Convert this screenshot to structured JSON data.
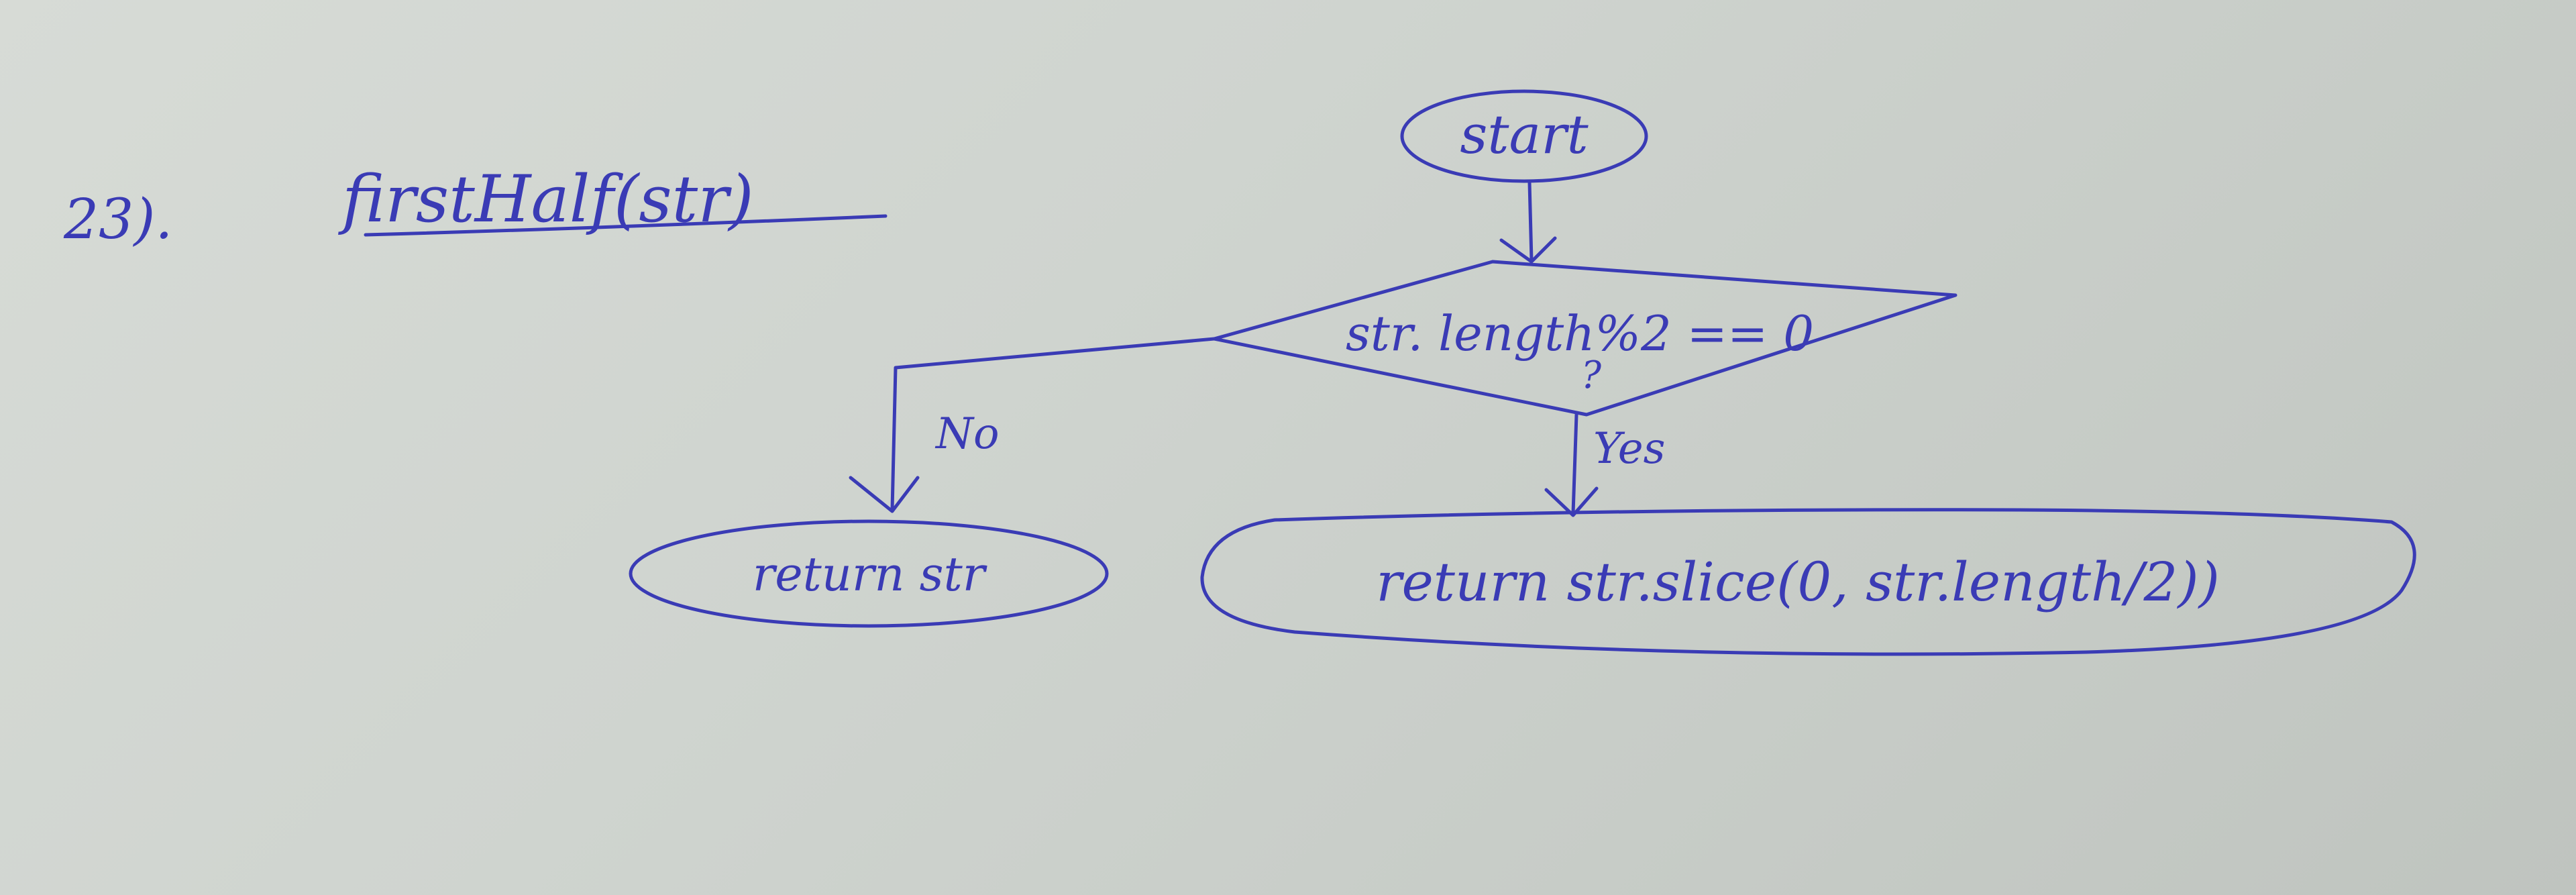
{
  "header": {
    "number": "23).",
    "title": "firstHalf(str)"
  },
  "nodes": {
    "start": "start",
    "decision_line1": "str. length%2 == 0",
    "decision_line2": "?",
    "return_no": "return str",
    "return_yes": "return str.slice(0, str.length/2))"
  },
  "edges": {
    "no_label": "No",
    "yes_label": "Yes"
  },
  "colors": {
    "ink": "#3a3bb5",
    "paper": "#d2d6d1"
  }
}
